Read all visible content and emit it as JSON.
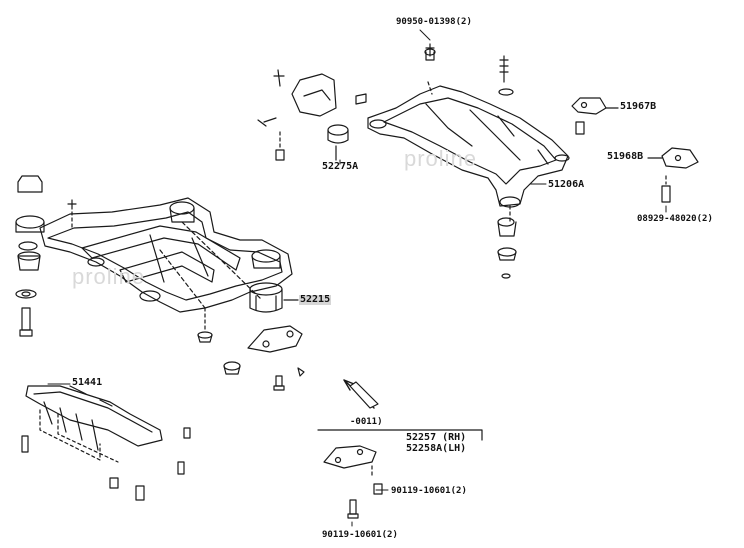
{
  "labels": {
    "bolt_90950": "90950-01398(2)",
    "p51967B": "51967B",
    "p52275A": "52275A",
    "p51968B": "51968B",
    "p51206A": "51206A",
    "bolt_08929": "08929-48020(2)",
    "p52215": "52215",
    "p51441": "51441",
    "ref_0011": "-0011)",
    "p52257": "52257 (RH)",
    "p52258A": "52258A(LH)",
    "bolt_90119_a": "90119-10601(2)",
    "bolt_90119_b": "90119-10601(2)"
  },
  "watermark": {
    "text_1": "proline",
    "text_2": "proline"
  },
  "colors": {
    "line": "#1a1a1a",
    "highlight": "#d6d6d6",
    "watermark": "#d9d9d9"
  }
}
